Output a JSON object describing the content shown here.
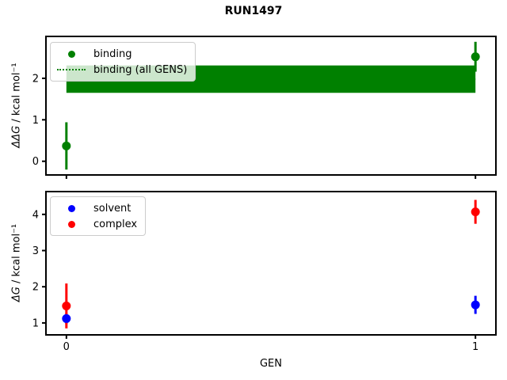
{
  "title": "RUN1497",
  "colors": {
    "binding": "#008000",
    "band": "#008000",
    "solvent": "#0000ff",
    "complex": "#ff0000",
    "spine": "#000000",
    "legend_border": "#cccccc"
  },
  "top_axes": {
    "ylabel": "ΔΔG / kcal mol⁻¹",
    "ylabel_math": "ΔΔG",
    "ylabel_rest": " / kcal mol⁻¹",
    "legend": [
      {
        "label": "binding",
        "marker": "dot"
      },
      {
        "label": "binding (all GENS)",
        "marker": "dotted-line"
      }
    ]
  },
  "bottom_axes": {
    "ylabel": "ΔG / kcal mol⁻¹",
    "ylabel_math": "ΔG",
    "ylabel_rest": " / kcal mol⁻¹",
    "xlabel": "GEN",
    "legend": [
      {
        "label": "solvent",
        "marker": "dot"
      },
      {
        "label": "complex",
        "marker": "dot"
      }
    ]
  },
  "chart_data": [
    {
      "type": "scatter",
      "title": "RUN1497",
      "xlabel": "",
      "ylabel": "ΔΔG / kcal mol⁻¹",
      "x": [
        0,
        1
      ],
      "xlim": [
        -0.05,
        1.05
      ],
      "ylim": [
        -0.33,
        3.01
      ],
      "xticks": [
        0,
        1
      ],
      "xticklabels": [
        "",
        ""
      ],
      "yticks": [
        0,
        1,
        2
      ],
      "grid": false,
      "legend_position": "upper left",
      "series": [
        {
          "name": "binding",
          "color": "#008000",
          "marker": "circle",
          "values": [
            0.37,
            2.52
          ],
          "yerr": [
            0.57,
            0.36
          ]
        }
      ],
      "band": {
        "name": "binding (all GENS)",
        "color": "#008000",
        "linestyle": "dotted",
        "center": 1.98,
        "halfwidth": 0.33,
        "x_range": [
          0,
          1
        ]
      }
    },
    {
      "type": "scatter",
      "title": "",
      "xlabel": "GEN",
      "ylabel": "ΔG / kcal mol⁻¹",
      "x": [
        0,
        1
      ],
      "xlim": [
        -0.05,
        1.05
      ],
      "ylim": [
        0.67,
        4.63
      ],
      "xticks": [
        0,
        1
      ],
      "xticklabels": [
        "0",
        "1"
      ],
      "yticks": [
        1,
        2,
        3,
        4
      ],
      "grid": false,
      "legend_position": "upper left",
      "series": [
        {
          "name": "solvent",
          "color": "#0000ff",
          "marker": "circle",
          "values": [
            1.12,
            1.5
          ],
          "yerr": [
            0.15,
            0.25
          ]
        },
        {
          "name": "complex",
          "color": "#ff0000",
          "marker": "circle",
          "values": [
            1.47,
            4.07
          ],
          "yerr": [
            0.62,
            0.33
          ]
        }
      ]
    }
  ]
}
